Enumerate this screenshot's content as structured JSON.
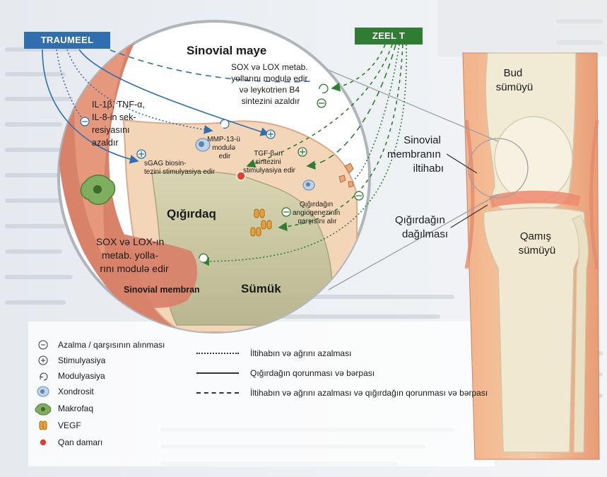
{
  "badges": {
    "traumeel": "TRAUMEEL",
    "zeel": "ZEEL T"
  },
  "circle": {
    "synovial_fluid": "Sinovial maye",
    "sox_lox_top": [
      "SOX və LOX metab.",
      "yollarını modulə edir",
      "və leykotrien B4",
      "sintezini azaldır"
    ],
    "il_text": [
      "IL-1β, TNF-α,",
      "IL-8-in sek-",
      "resiyasını",
      "azaldır"
    ],
    "mmp": [
      "MMP-13-ü",
      "modulə",
      "edir"
    ],
    "tgf": [
      "TGF-β-ın",
      "sintezini",
      "stimulyasiya edir"
    ],
    "sgag": [
      "sGAG biosin-",
      "tezini stimulyasiya edir"
    ],
    "angio": [
      "Qığırdağın",
      "angiogenezinin",
      "qarşısını alır"
    ],
    "cartilage": "Qığırdaq",
    "sox_lox_bottom": [
      "SOX və LOX-ın",
      "metab. yolla-",
      "rını modulə edir"
    ],
    "synovial_membrane": "Sinovial membran",
    "bone": "Sümük"
  },
  "knee": {
    "femur": [
      "Bud",
      "sümüyü"
    ],
    "synovitis": [
      "Sinovial",
      "membranın",
      "iltihabı"
    ],
    "cartilage_breakdown": [
      "Qığırdağın",
      "dağılması"
    ],
    "tibia": [
      "Qamış",
      "sümüyü"
    ]
  },
  "legend": {
    "icons": [
      {
        "icon": "minus-circle-icon",
        "label": "Azalma / qarşısının alınması"
      },
      {
        "icon": "plus-circle-icon",
        "label": "Stimulyasiya"
      },
      {
        "icon": "modulation-icon",
        "label": "Modulyasiya"
      },
      {
        "icon": "chondrocyte-icon",
        "label": "Xondrosit"
      },
      {
        "icon": "macrophage-icon",
        "label": "Makrofaq"
      },
      {
        "icon": "vegf-icon",
        "label": "VEGF"
      },
      {
        "icon": "blood-vessel-icon",
        "label": "Qan damarı"
      }
    ],
    "lines": [
      {
        "style": "dotted",
        "label": "İltihabın və ağrını azalması"
      },
      {
        "style": "solid",
        "label": "Qığırdağın qorunması və bərpası"
      },
      {
        "style": "dashed",
        "label": "İltihabın və ağrını azalması və qığırdağın qorunması və bərpası"
      }
    ]
  },
  "colors": {
    "traumeel": "#2f6fb0",
    "zeel": "#2e7d32",
    "membrane": "#d9826a",
    "cartilage": "#f3d6b8",
    "bone": "#c8c6a0"
  }
}
